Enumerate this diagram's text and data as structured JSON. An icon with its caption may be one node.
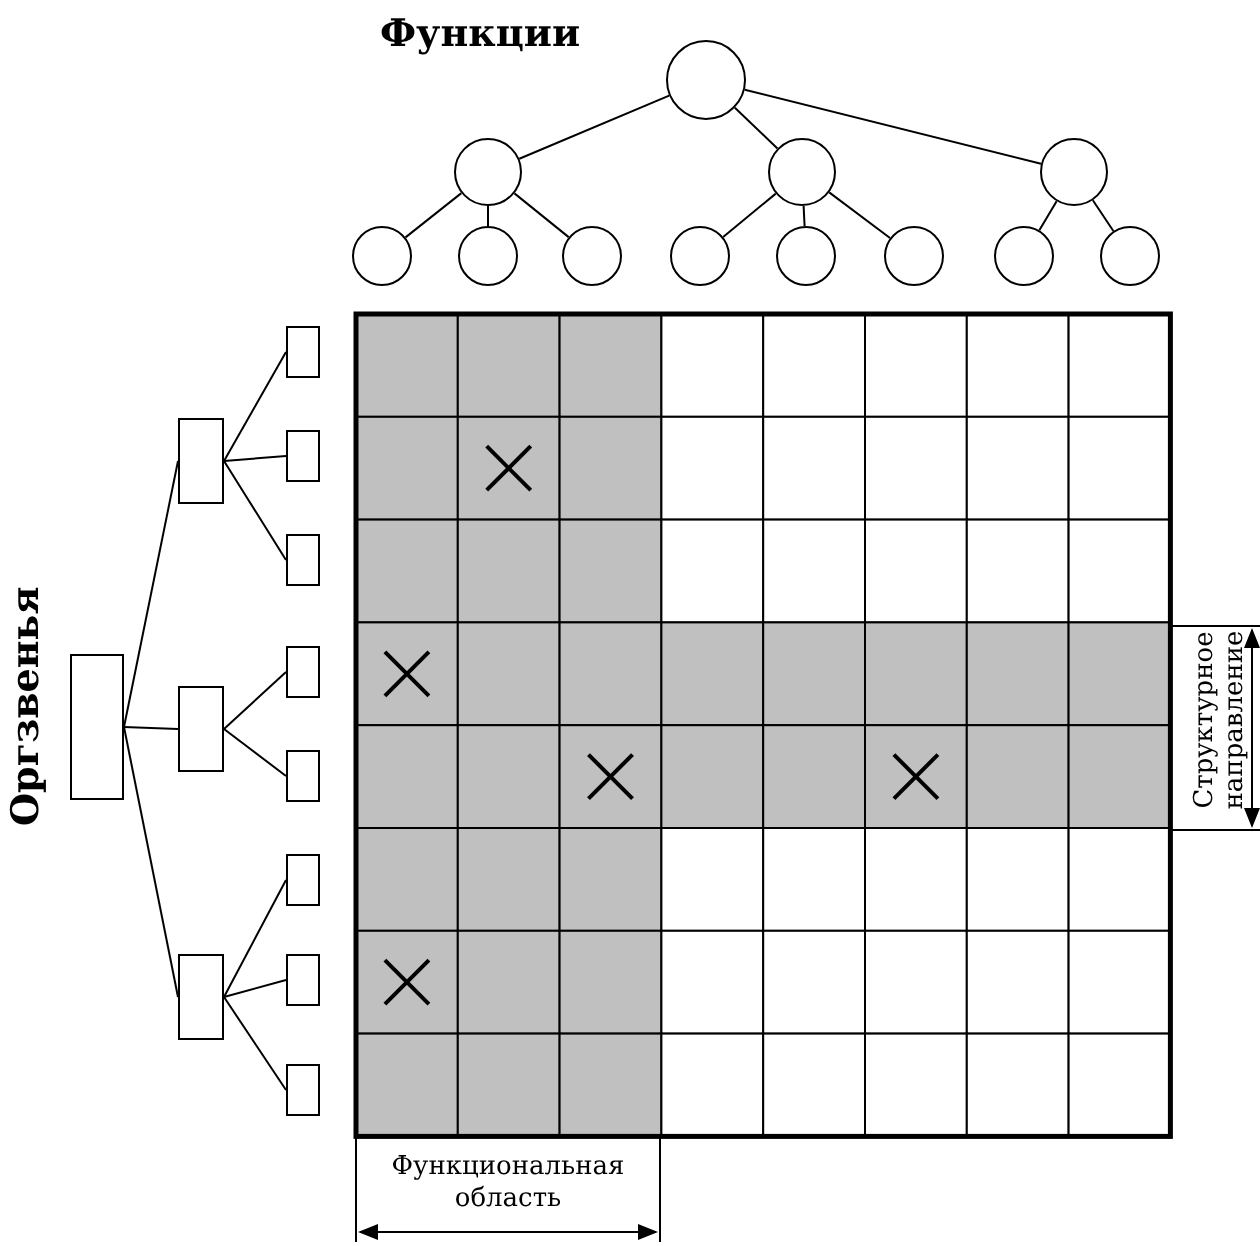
{
  "diagram": {
    "nodes": [
      {
        "text": [],
        "shape": "circle"
      },
      {
        "text": [],
        "shape": "circle"
      },
      {
        "text": [],
        "shape": "circle"
      },
      {
        "text": [],
        "shape": "circle"
      },
      {
        "text": [],
        "shape": "circle"
      },
      {
        "text": [],
        "shape": "circle"
      },
      {
        "text": [],
        "shape": "circle"
      },
      {
        "text": [],
        "shape": "circle"
      },
      {
        "text": [],
        "shape": "circle"
      },
      {
        "text": [],
        "shape": "circle"
      },
      {
        "text": [],
        "shape": "circle"
      },
      {
        "text": [],
        "shape": "circle"
      },
      {
        "text": [],
        "shape": "box"
      },
      {
        "text": [],
        "shape": "box"
      },
      {
        "text": [],
        "shape": "box"
      },
      {
        "text": [],
        "shape": "box"
      },
      {
        "text": [],
        "shape": "box"
      },
      {
        "text": [],
        "shape": "box"
      },
      {
        "text": [],
        "shape": "box"
      },
      {
        "text": [],
        "shape": "box"
      },
      {
        "text": [],
        "shape": "box"
      },
      {
        "text": [],
        "shape": "box"
      },
      {
        "text": [],
        "shape": "box"
      },
      {
        "text": [],
        "shape": "box"
      }
    ],
    "edges": [
      {
        "from": 0,
        "to": 1,
        "arrow": "none"
      },
      {
        "from": 0,
        "to": 2,
        "arrow": "none"
      },
      {
        "from": 0,
        "to": 3,
        "arrow": "none"
      },
      {
        "from": 1,
        "to": 4,
        "arrow": "none"
      },
      {
        "from": 1,
        "to": 5,
        "arrow": "none"
      },
      {
        "from": 1,
        "to": 6,
        "arrow": "none"
      },
      {
        "from": 2,
        "to": 7,
        "arrow": "none"
      },
      {
        "from": 2,
        "to": 8,
        "arrow": "none"
      },
      {
        "from": 2,
        "to": 9,
        "arrow": "none"
      },
      {
        "from": 3,
        "to": 10,
        "arrow": "none"
      },
      {
        "from": 3,
        "to": 11,
        "arrow": "none"
      },
      {
        "from": 12,
        "to": 13,
        "arrow": "none"
      },
      {
        "from": 12,
        "to": 14,
        "arrow": "none"
      },
      {
        "from": 12,
        "to": 15,
        "arrow": "none"
      },
      {
        "from": 13,
        "to": 16,
        "arrow": "none"
      },
      {
        "from": 13,
        "to": 17,
        "arrow": "none"
      },
      {
        "from": 13,
        "to": 18,
        "arrow": "none"
      },
      {
        "from": 14,
        "to": 19,
        "arrow": "none"
      },
      {
        "from": 14,
        "to": 20,
        "arrow": "none"
      },
      {
        "from": 15,
        "to": 21,
        "arrow": "none"
      },
      {
        "from": 15,
        "to": 22,
        "arrow": "none"
      },
      {
        "from": 15,
        "to": 23,
        "arrow": "none"
      }
    ],
    "labels": [
      "Функции",
      "Оргзвенья",
      "Структурное направление",
      "Функциональная область"
    ]
  }
}
